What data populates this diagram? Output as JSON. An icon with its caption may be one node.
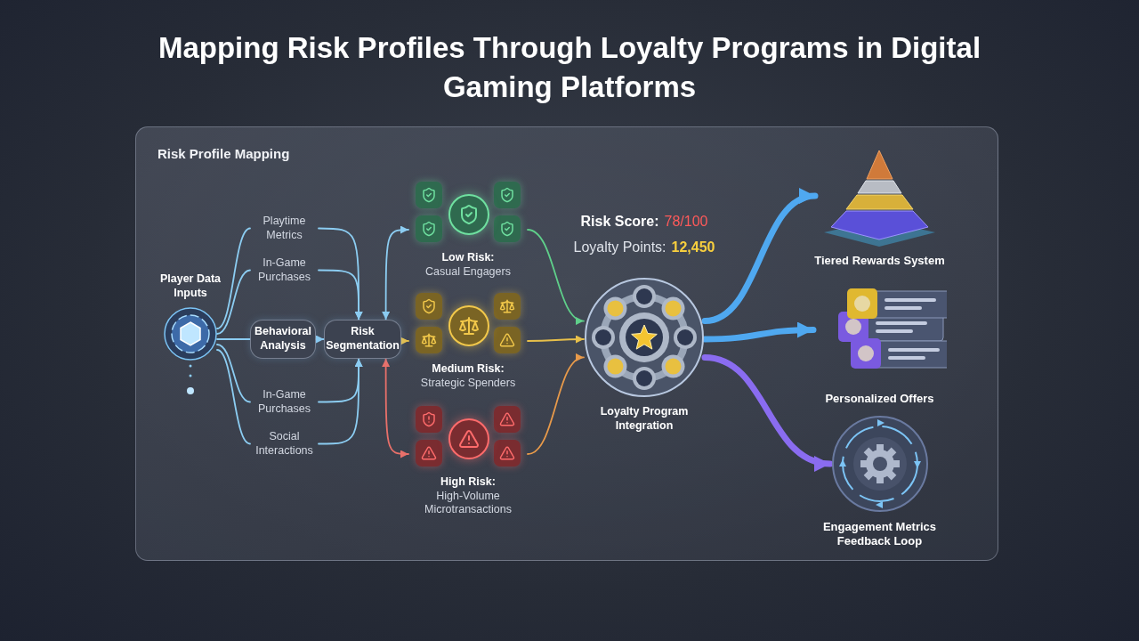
{
  "diagram": {
    "title": "Mapping Risk Profiles Through Loyalty Programs in Digital Gaming Platforms",
    "nodes": [
      {
        "text": [
          "Risk Profile Mapping"
        ]
      },
      {
        "text": [
          "Player Data Inputs"
        ],
        "in": 0
      },
      {
        "text": [
          "Playtime Metrics"
        ],
        "in": 0
      },
      {
        "text": [
          "In-Game Purchases"
        ],
        "in": 0
      },
      {
        "text": [
          "Behavioral Analysis"
        ],
        "in": 0
      },
      {
        "text": [
          "Risk Segmentation"
        ],
        "in": 0
      },
      {
        "text": [
          "In-Game Purchases"
        ],
        "in": 0
      },
      {
        "text": [
          "Social Interactions"
        ],
        "in": 0
      },
      {
        "text": [
          "Low Risk:",
          "Casual Engagers"
        ],
        "in": 0
      },
      {
        "text": [
          "Medium Risk:",
          "Strategic Spenders"
        ],
        "in": 0
      },
      {
        "text": [
          "High Risk:",
          "High-Volume Microtransactions"
        ],
        "in": 0
      },
      {
        "text": [
          "Loyalty Program Integration"
        ],
        "in": 0
      },
      {
        "text": [
          "Tiered Rewards System"
        ],
        "in": 0
      },
      {
        "text": [
          "Personalized Offers"
        ],
        "in": 0
      },
      {
        "text": [
          "Engagement Metrics Feedback Loop"
        ],
        "in": 0
      }
    ],
    "edges": [
      {
        "from": 1,
        "to": 2,
        "arrow": "none"
      },
      {
        "from": 1,
        "to": 3,
        "arrow": "none"
      },
      {
        "from": 1,
        "to": 4,
        "arrow": "none"
      },
      {
        "from": 1,
        "to": 6,
        "arrow": "none"
      },
      {
        "from": 1,
        "to": 7,
        "arrow": "none"
      },
      {
        "from": 2,
        "to": 5,
        "arrow": "to"
      },
      {
        "from": 3,
        "to": 5,
        "arrow": "to"
      },
      {
        "from": 4,
        "to": 5,
        "arrow": "to"
      },
      {
        "from": 6,
        "to": 5,
        "arrow": "to"
      },
      {
        "from": 7,
        "to": 5,
        "arrow": "to"
      },
      {
        "from": 5,
        "to": 8,
        "arrow": "both"
      },
      {
        "from": 5,
        "to": 9,
        "arrow": "to",
        "color": "#e8c04a"
      },
      {
        "from": 5,
        "to": 10,
        "arrow": "both",
        "color": "#e8706a"
      },
      {
        "from": 8,
        "to": 11,
        "arrow": "to",
        "color": "#5fcf8a"
      },
      {
        "from": 9,
        "to": 11,
        "arrow": "to",
        "color": "#e8c04a"
      },
      {
        "from": 10,
        "to": 11,
        "arrow": "to",
        "color": "#e89a4a"
      },
      {
        "from": 11,
        "to": 12,
        "arrow": "to",
        "style": "thick",
        "color": "#4fa8f0"
      },
      {
        "from": 11,
        "to": 13,
        "arrow": "to",
        "style": "thick",
        "color": "#4fa8f0"
      },
      {
        "from": 11,
        "to": 14,
        "arrow": "to",
        "style": "thick",
        "color": "#8a6cf0"
      }
    ],
    "labels": [
      "Risk Score:",
      "78/100",
      "Loyalty Points:",
      "12,450"
    ]
  }
}
